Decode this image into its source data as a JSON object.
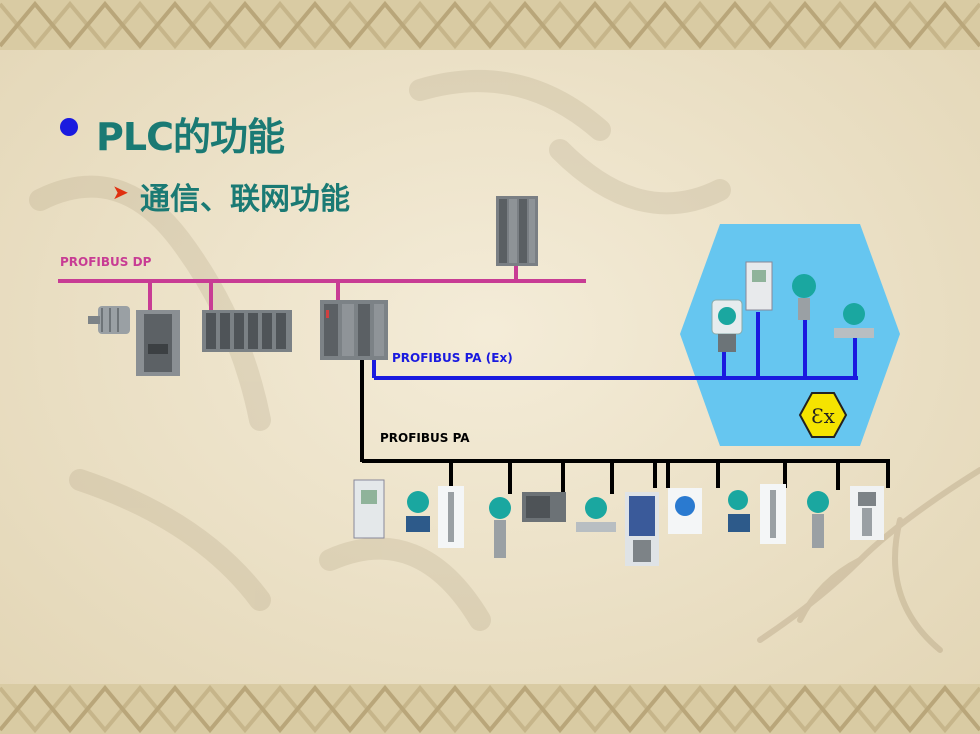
{
  "slide": {
    "title": "PLC的功能",
    "subtitle": "通信、联网功能"
  },
  "network": {
    "profibus_dp_label": "PROFIBUS DP",
    "profibus_pa_ex_label": "PROFIBUS PA (Ex)",
    "profibus_pa_label": "PROFIBUS PA",
    "ex_symbol": "Ɛx"
  },
  "colors": {
    "title": "#1a7a74",
    "bullet": "#1a1adf",
    "arrow": "#e03010",
    "profibus_dp": "#c83c94",
    "profibus_pa_ex": "#1a1adf",
    "profibus_pa": "#000000",
    "ex_zone": "#66c6f0",
    "ex_badge": "#f5e400"
  },
  "icons": {
    "bullet": "filled-circle",
    "sub_bullet": "arrowhead",
    "ex_zone": "hexagon",
    "ex_badge": "explosion-proof-mark"
  }
}
